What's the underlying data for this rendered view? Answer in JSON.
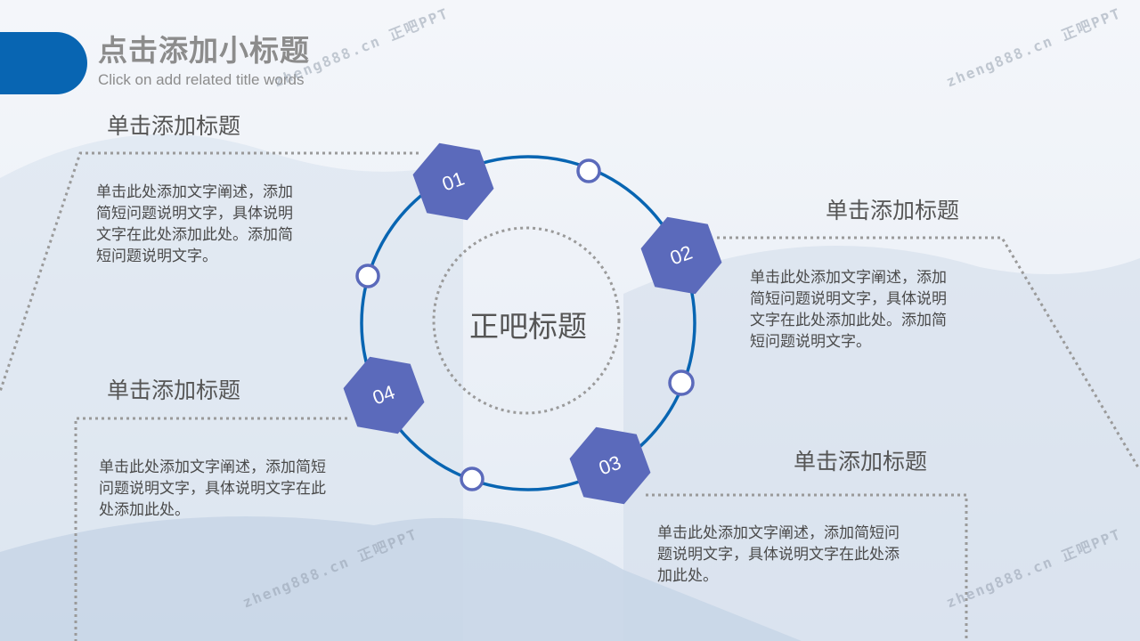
{
  "header": {
    "title": "点击添加小标题",
    "subtitle": "Click on add related title words"
  },
  "center_title": "正吧标题",
  "items": [
    {
      "number": "01",
      "heading": "单击添加标题",
      "body": [
        "单击此处添加文字阐述，添加",
        "简短问题说明文字，具体说明",
        "文字在此处添加此处。添加简",
        "短问题说明文字。"
      ]
    },
    {
      "number": "02",
      "heading": "单击添加标题",
      "body": [
        "单击此处添加文字阐述，添加",
        "简短问题说明文字，具体说明",
        "文字在此处添加此处。添加简",
        "短问题说明文字。"
      ]
    },
    {
      "number": "03",
      "heading": "单击添加标题",
      "body": [
        "单击此处添加文字阐述，添加简短问",
        "题说明文字，具体说明文字在此处添",
        "加此处。"
      ]
    },
    {
      "number": "04",
      "heading": "单击添加标题",
      "body": [
        "单击此处添加文字阐述，添加简短",
        "问题说明文字，具体说明文字在此",
        "处添加此处。"
      ]
    }
  ],
  "watermark": "zheng888.cn 正吧PPT",
  "colors": {
    "accent": "#0865b2",
    "hex": "#5b6abb",
    "text": "#4a4a4a"
  }
}
